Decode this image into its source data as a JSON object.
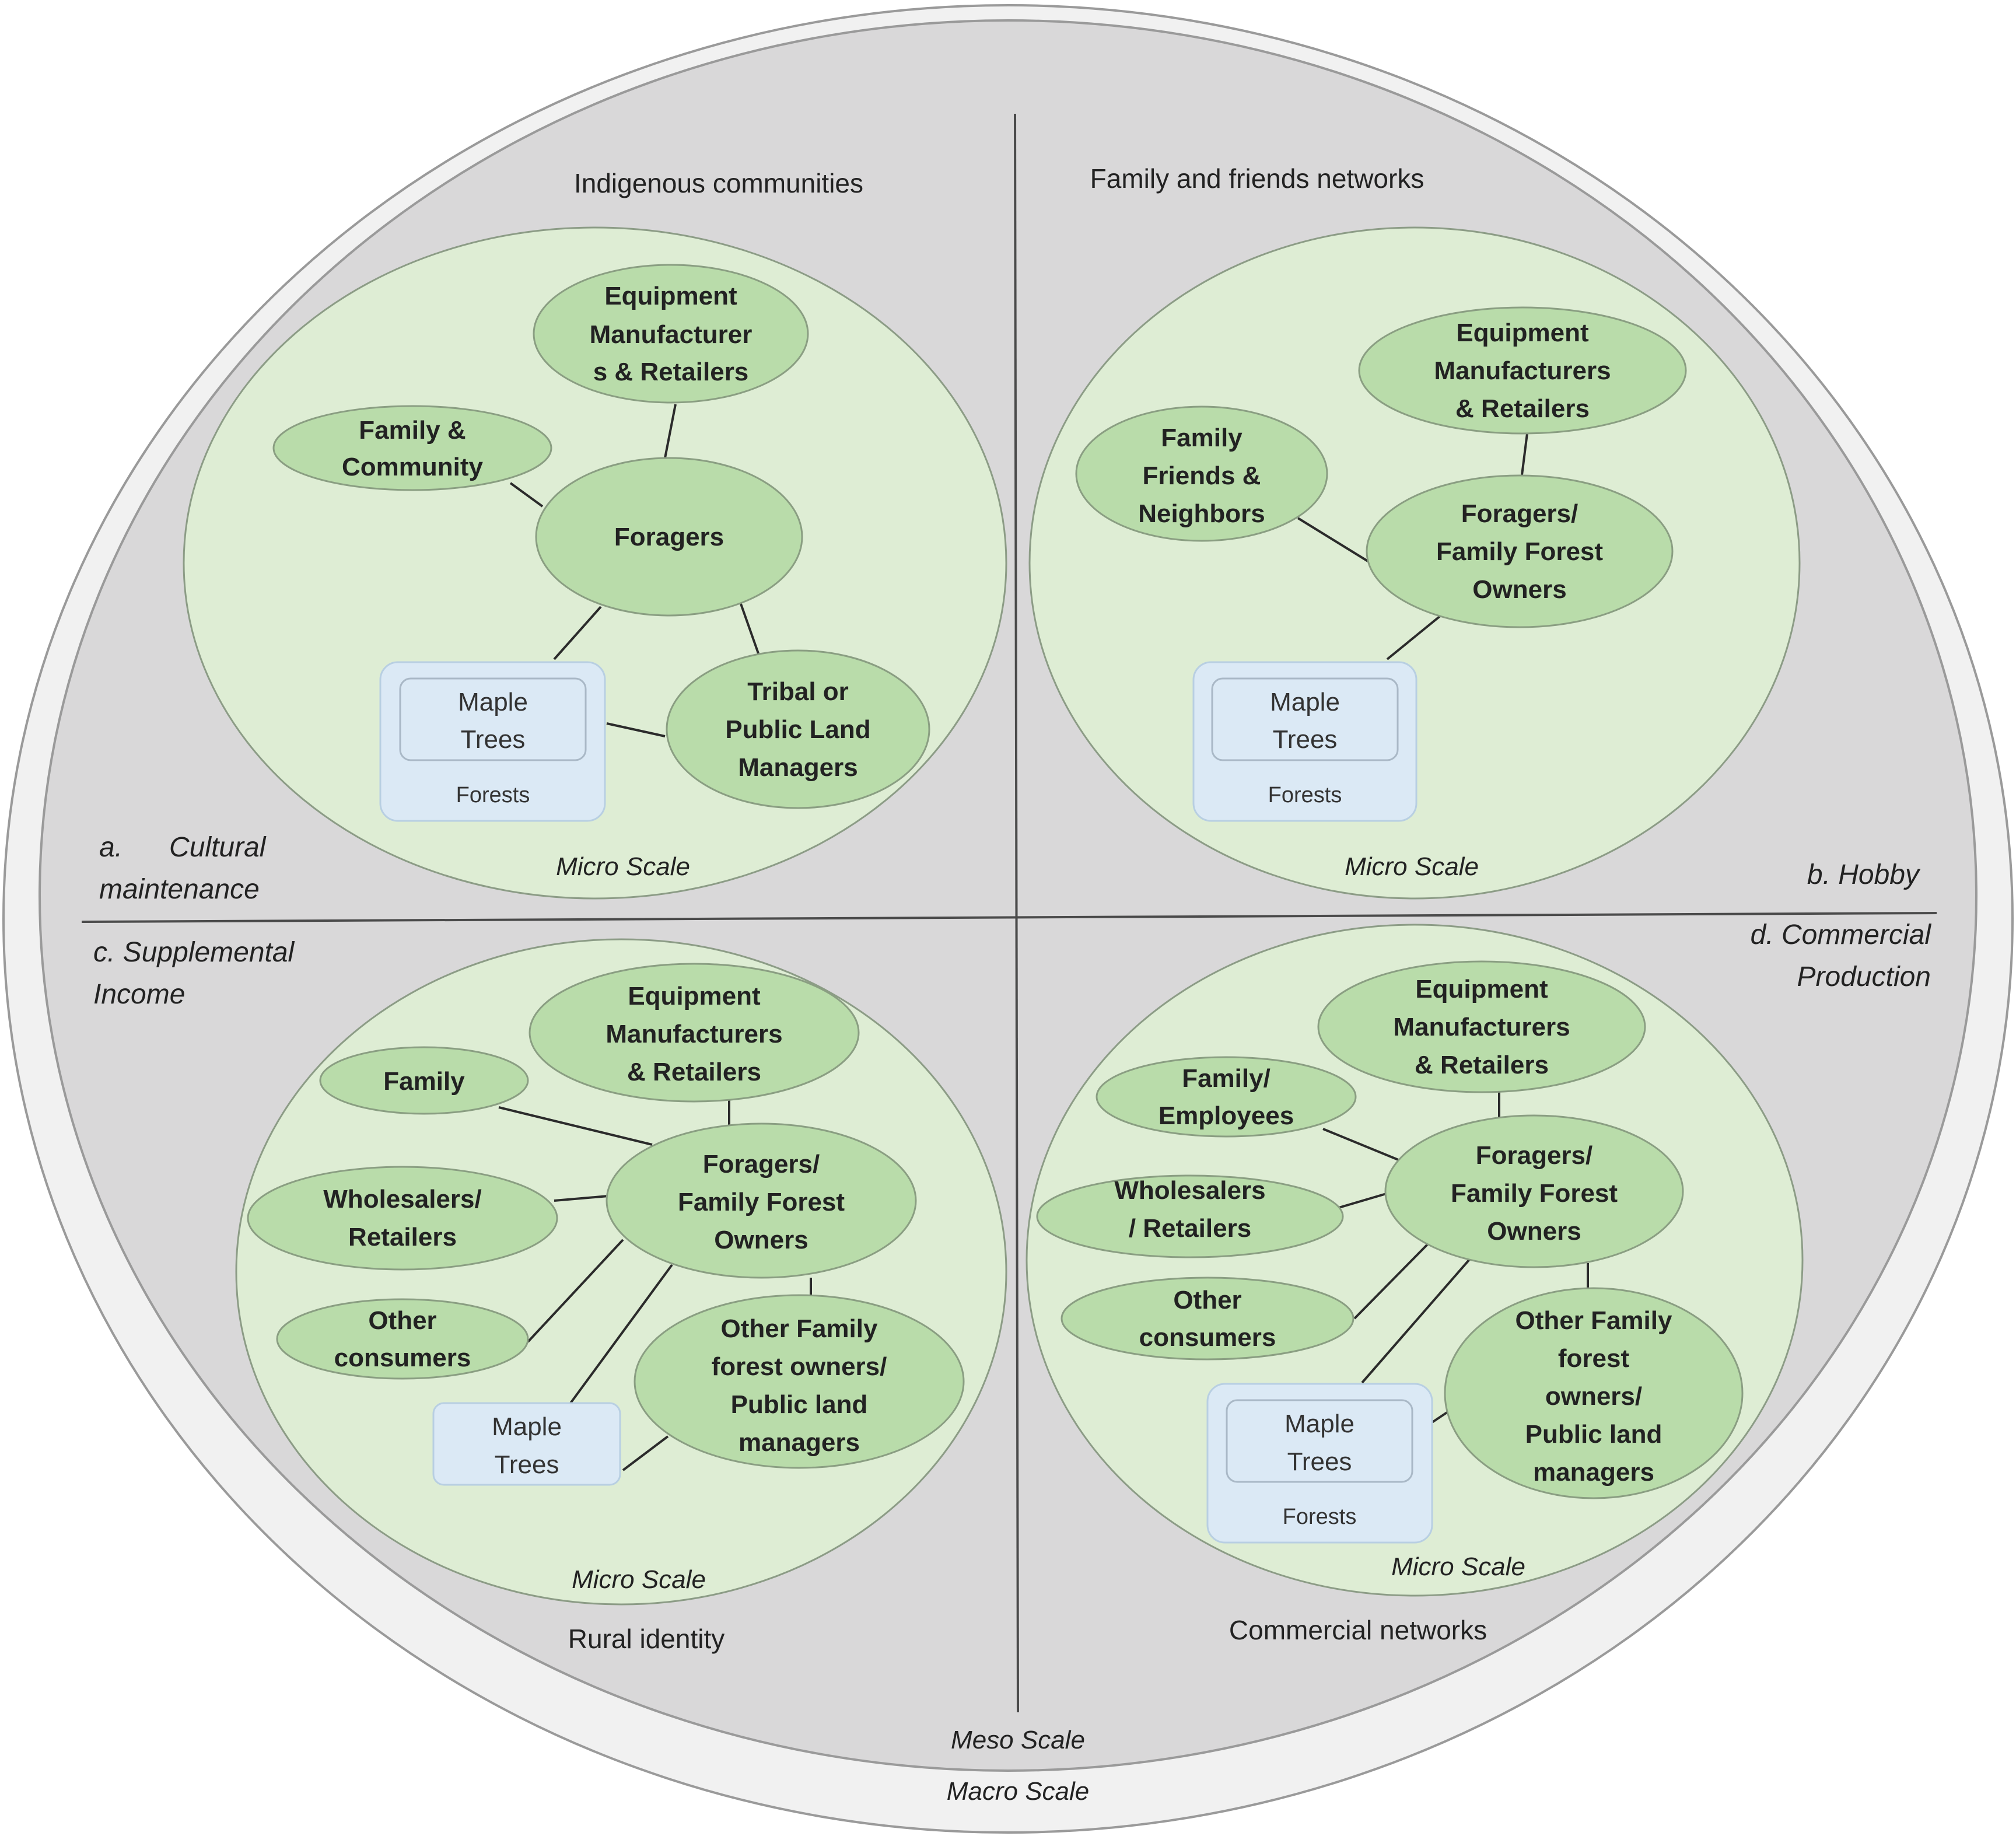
{
  "scales": {
    "micro": "Micro Scale",
    "meso": "Meso Scale",
    "macro": "Macro Scale"
  },
  "quadrants": {
    "a": {
      "title_line1": "a.      Cultural",
      "title_line2": "maintenance",
      "network": "Indigenous communities",
      "nodes": {
        "equipment": [
          "Equipment",
          "Manufacturer",
          "s & Retailers"
        ],
        "family": [
          "Family &",
          "Community"
        ],
        "foragers": [
          "Foragers"
        ],
        "managers": [
          "Tribal or",
          "Public Land",
          "Managers"
        ]
      },
      "maple": [
        "Maple",
        "Trees"
      ],
      "forests": "Forests"
    },
    "b": {
      "title": "b. Hobby",
      "network": "Family and friends networks",
      "nodes": {
        "equipment": [
          "Equipment",
          "Manufacturers",
          "& Retailers"
        ],
        "family": [
          "Family",
          "Friends &",
          "Neighbors"
        ],
        "foragers": [
          "Foragers/",
          "Family Forest",
          "Owners"
        ]
      },
      "maple": [
        "Maple",
        "Trees"
      ],
      "forests": "Forests"
    },
    "c": {
      "title_line1": "c. Supplemental",
      "title_line2": "Income",
      "network": "Rural identity",
      "nodes": {
        "equipment": [
          "Equipment",
          "Manufacturers",
          "& Retailers"
        ],
        "family": [
          "Family"
        ],
        "wholesalers": [
          "Wholesalers/",
          "Retailers"
        ],
        "other": [
          "Other",
          "consumers"
        ],
        "foragers": [
          "Foragers/",
          "Family Forest",
          "Owners"
        ],
        "owners": [
          "Other Family",
          "forest owners/",
          "Public land",
          "managers"
        ]
      },
      "maple": [
        "Maple",
        "Trees"
      ]
    },
    "d": {
      "title_line1": "d. Commercial",
      "title_line2": "Production",
      "network": "Commercial networks",
      "nodes": {
        "equipment": [
          "Equipment",
          "Manufacturers",
          "& Retailers"
        ],
        "family": [
          "Family/",
          "Employees"
        ],
        "wholesalers": [
          "Wholesalers",
          "/ Retailers"
        ],
        "other": [
          "Other",
          "consumers"
        ],
        "foragers": [
          "Foragers/",
          "Family Forest",
          "Owners"
        ],
        "owners": [
          "Other Family",
          "forest",
          "owners/",
          "Public land",
          "managers"
        ]
      },
      "maple": [
        "Maple",
        "Trees"
      ],
      "forests": "Forests"
    }
  }
}
